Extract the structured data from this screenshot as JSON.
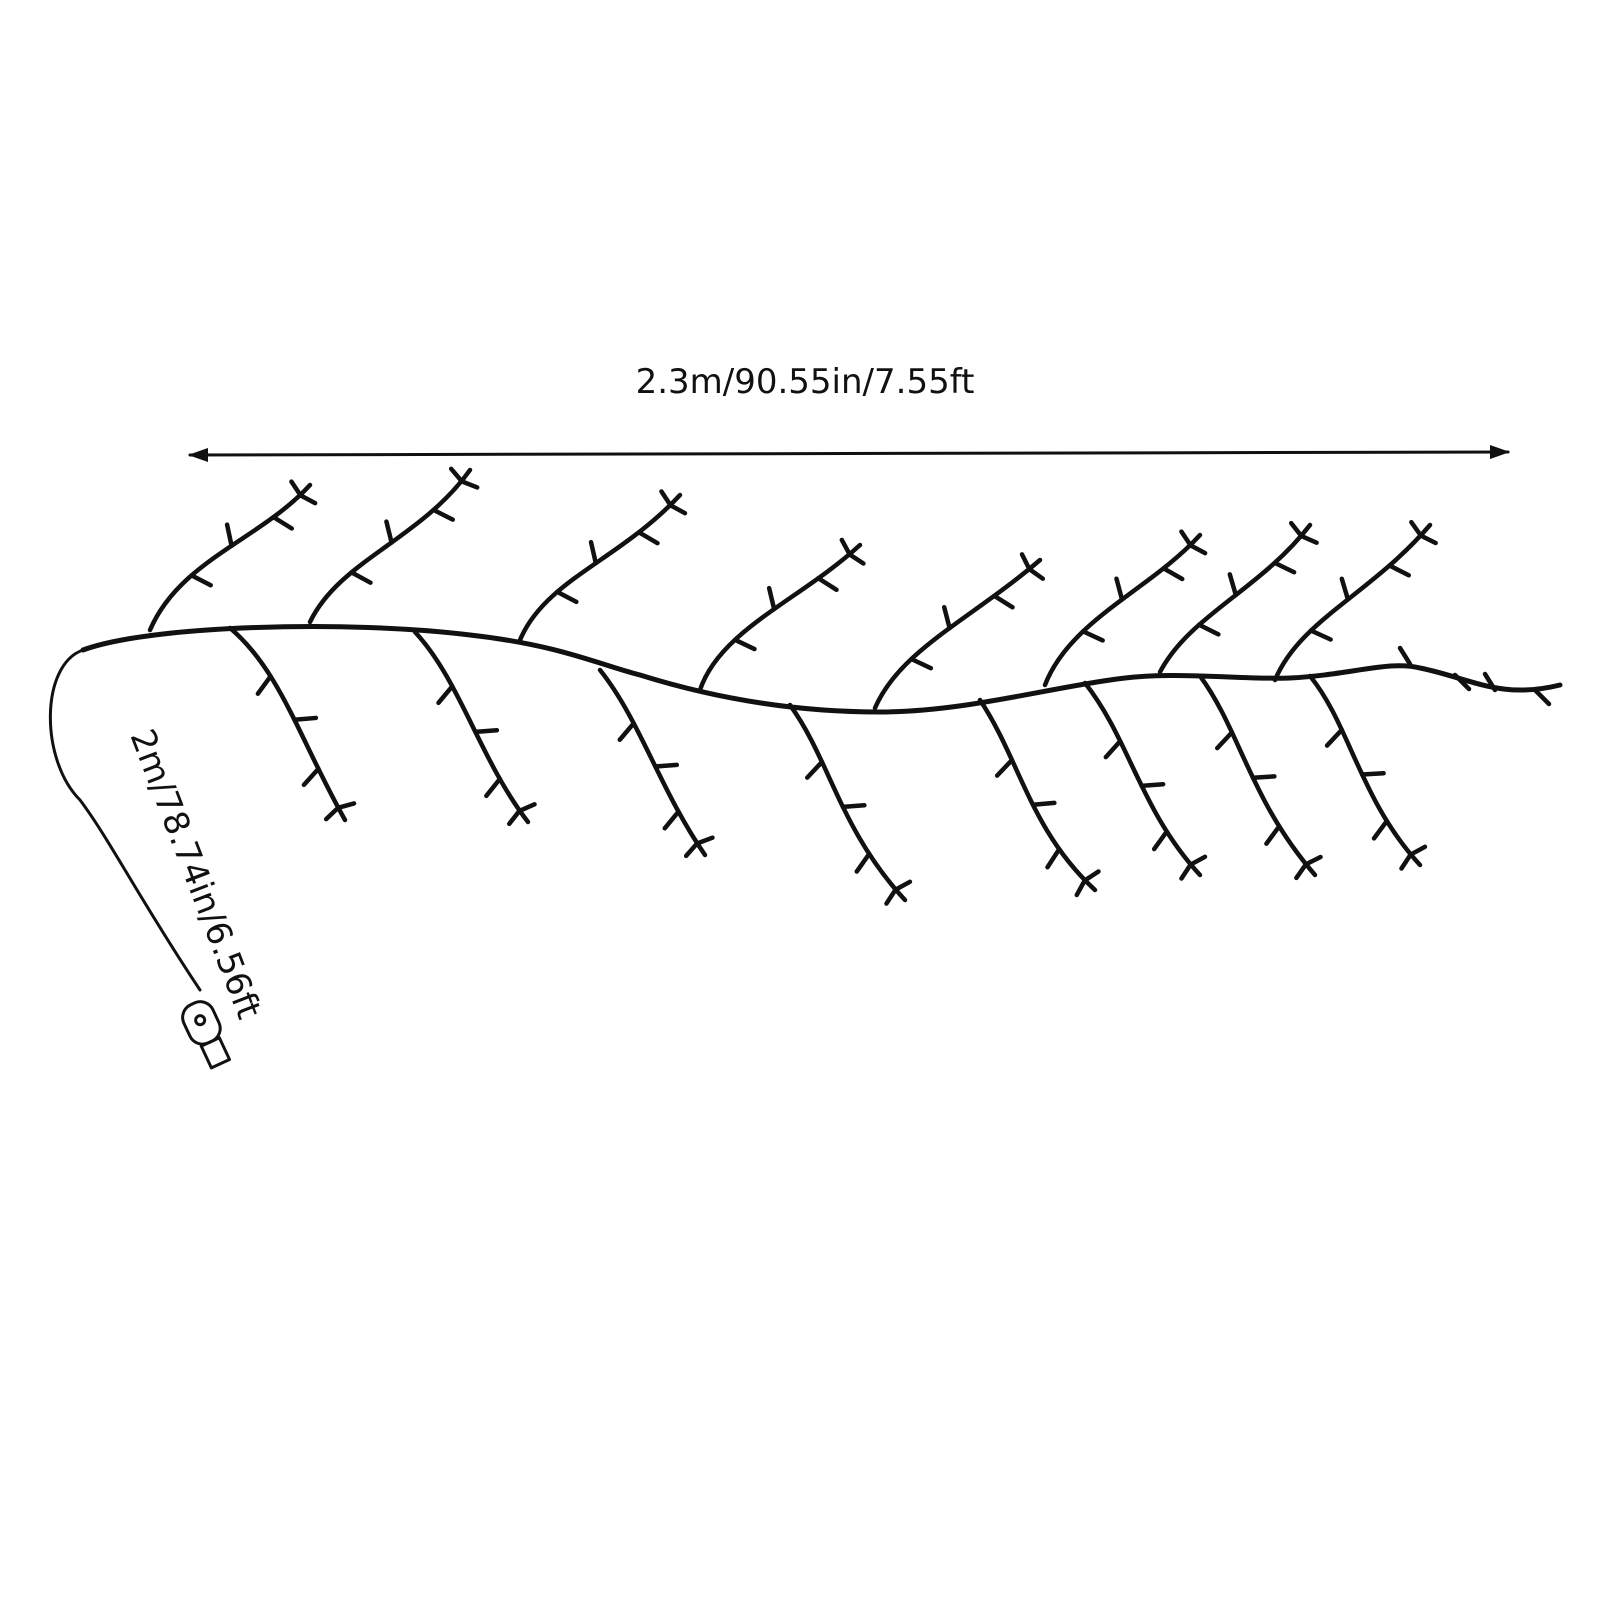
{
  "dimensions": {
    "vine_length_label": "2.3m/90.55in/7.55ft",
    "cable_length_label": "2m/78.74in/6.56ft"
  },
  "colors": {
    "line": "#111111",
    "background": "#ffffff"
  },
  "icons": {
    "plug": "usb-plug-icon",
    "arrow": "double-headed-arrow"
  }
}
